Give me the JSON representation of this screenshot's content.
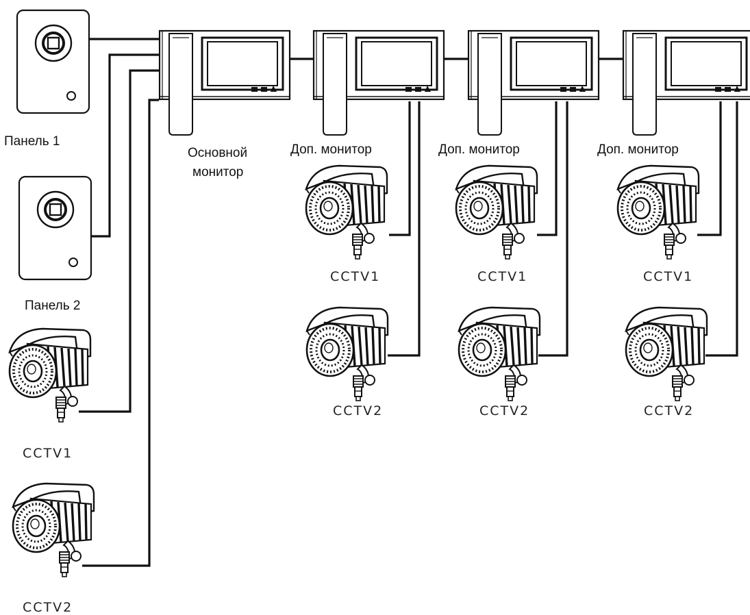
{
  "panels": [
    {
      "id": "panel-1",
      "label": "Панель 1"
    },
    {
      "id": "panel-2",
      "label": "Панель 2"
    }
  ],
  "monitors": [
    {
      "id": "main",
      "label_lines": [
        "Основной",
        "монитор"
      ]
    },
    {
      "id": "extra-1",
      "label_lines": [
        "Доп. монитор"
      ]
    },
    {
      "id": "extra-2",
      "label_lines": [
        "Доп. монитор"
      ]
    },
    {
      "id": "extra-3",
      "label_lines": [
        "Доп. монитор"
      ]
    }
  ],
  "cameras": {
    "main_cctv1": "CCTV1",
    "main_cctv2": "CCTV2",
    "extra": [
      {
        "cctv1": "CCTV1",
        "cctv2": "CCTV2"
      },
      {
        "cctv1": "CCTV1",
        "cctv2": "CCTV2"
      },
      {
        "cctv1": "CCTV1",
        "cctv2": "CCTV2"
      }
    ]
  },
  "colors": {
    "line": "#111111",
    "background": "#ffffff"
  }
}
